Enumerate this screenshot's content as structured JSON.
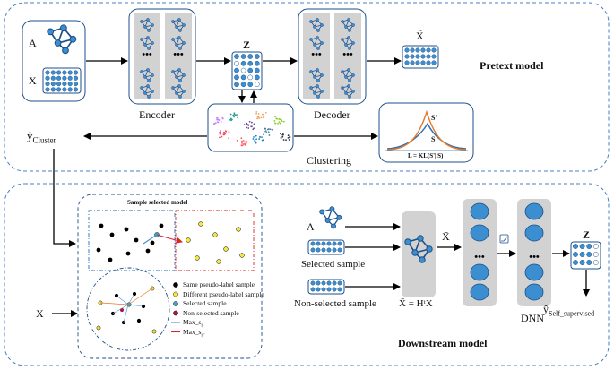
{
  "pretext": {
    "title": "Pretext model",
    "input_a": "A",
    "input_x": "X",
    "encoder": "Encoder",
    "latent": "Z",
    "decoder": "Decoder",
    "reconstruction": "X̂",
    "clustering": "Clustering",
    "cluster_output": "ŷ",
    "cluster_output_sub": "Cluster",
    "dist_s_prime": "S'",
    "dist_s": "S",
    "loss": "L = KL(S'||S)"
  },
  "sample_selection": {
    "title": "Sample selected model",
    "legend": [
      {
        "label": "Same pseudo-label sample",
        "color": "#000000",
        "kind": "dot"
      },
      {
        "label": "Different pseudo-label sample",
        "color": "#f2e641",
        "kind": "dot"
      },
      {
        "label": "Selected sample",
        "color": "#3aa6c9",
        "kind": "dot"
      },
      {
        "label": "Non-selected sample",
        "color": "#b0134a",
        "kind": "dot"
      },
      {
        "label": "Max_s",
        "sub": "ij",
        "color": "#4a90c8",
        "kind": "line"
      },
      {
        "label": "Max_s",
        "sub": "ij'",
        "color": "#d9262b",
        "kind": "line"
      }
    ]
  },
  "downstream": {
    "title": "Downstream model",
    "input_x": "X",
    "input_a": "A",
    "selected_sample": "Selected sample",
    "non_selected_sample": "Non-selected sample",
    "x_hat": "X̄",
    "formula": "X̄ = HᵗX",
    "dnn": "DNN",
    "z": "Z",
    "output": "ŷ",
    "output_sub": "Self_supervised"
  },
  "colors": {
    "panel_border": "#4a7fc1",
    "node_fill": "#3b8fd0",
    "node_stroke": "#1d4f8a",
    "gray_block": "#d2d2d2",
    "curve_orange": "#e87722",
    "curve_blue": "#2a6fb8",
    "red_box": "#d9262b"
  }
}
